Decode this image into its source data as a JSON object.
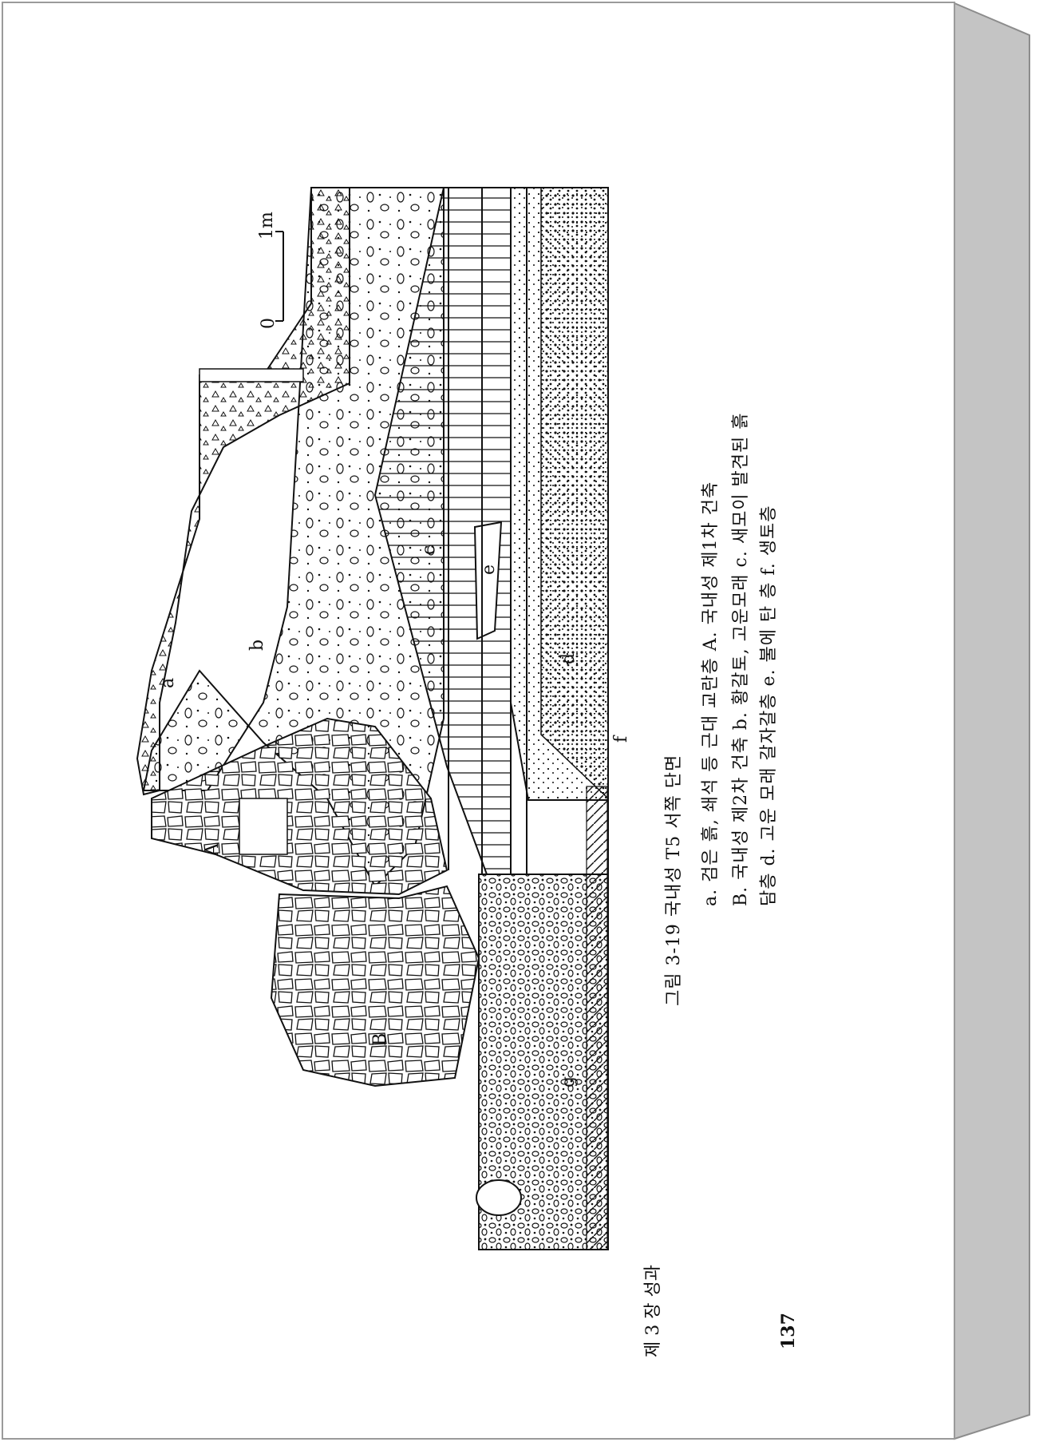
{
  "figure": {
    "caption_title": "그림 3-19  국내성 T5 서쪽 단면",
    "legend_line1": "a. 검은 흙, 쇄석 등 근대 교란층  A. 국내성 제1차 건축",
    "legend_line2": "B. 국내성 제2차 건축  b. 황갈토, 고운모래  c. 새모이 발견된 흙",
    "legend_line3": "담층  d. 고운 모래 갈자갈층  e. 불에 탄 층  f. 생토층",
    "scale_zero": "0",
    "scale_one": "1m",
    "layer_labels": {
      "a": "a",
      "b": "b",
      "c": "c",
      "d": "d",
      "e": "e",
      "f": "f",
      "g": "g",
      "A": "A",
      "B": "B"
    }
  },
  "footer": {
    "chapter": "제 3 장  성과",
    "page_number": "137"
  },
  "colors": {
    "page": "#ffffff",
    "ink": "#111111",
    "book_edge": "#c4c4c4"
  }
}
